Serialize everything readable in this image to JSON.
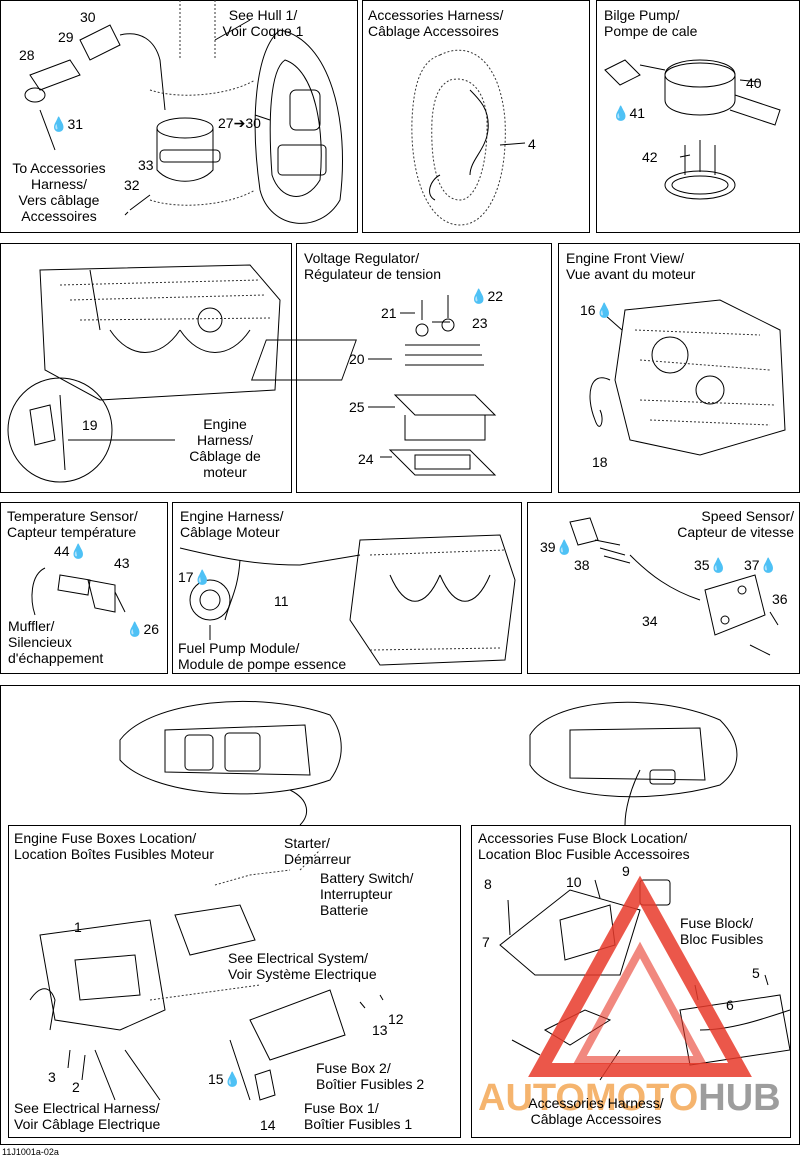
{
  "panels": {
    "hull": {
      "title": [
        "See Hull 1/",
        "Voir Coque 1"
      ],
      "to_acc": [
        "To Accessories",
        "Harness/",
        "Vers câblage",
        "Accessoires"
      ],
      "n30": "30",
      "n29": "29",
      "n28": "28",
      "n31": "31",
      "n27_30": "27",
      "n27_30b": "30",
      "n33": "33",
      "n32": "32"
    },
    "acc_harness": {
      "title": [
        "Accessories Harness/",
        "Câblage Accessoires"
      ],
      "n4": "4"
    },
    "bilge": {
      "title": [
        "Bilge Pump/",
        "Pompe de cale"
      ],
      "n40": "40",
      "n41": "41",
      "n42": "42"
    },
    "engine_harness_top": {
      "lbl": [
        "Engine",
        "Harness/",
        "Câblage de",
        "moteur"
      ],
      "n19": "19"
    },
    "voltage": {
      "title": [
        "Voltage Regulator/",
        "Régulateur de tension"
      ],
      "n21": "21",
      "n22": "22",
      "n23": "23",
      "n20": "20",
      "n25": "25",
      "n24": "24"
    },
    "engine_front": {
      "title": [
        "Engine Front View/",
        "Vue avant du moteur"
      ],
      "n16": "16",
      "n18": "18"
    },
    "temp": {
      "title": [
        "Temperature Sensor/",
        "Capteur température"
      ],
      "n44": "44",
      "n43": "43",
      "n26": "26",
      "muffler": [
        "Muffler/",
        "Silencieux",
        "d'échappement"
      ]
    },
    "eng_harness": {
      "title": [
        "Engine Harness/",
        "Câblage Moteur"
      ],
      "n17": "17",
      "n11": "11",
      "fuel": [
        "Fuel Pump Module/",
        "Module de pompe essence"
      ]
    },
    "speed": {
      "title": [
        "Speed Sensor/",
        "Capteur de vitesse"
      ],
      "n39": "39",
      "n38": "38",
      "n35": "35",
      "n37": "37",
      "n36": "36",
      "n34": "34"
    },
    "fuse_engine": {
      "title": [
        "Engine Fuse Boxes Location/",
        "Location Boîtes Fusibles Moteur"
      ],
      "starter": [
        "Starter/",
        "Démarreur"
      ],
      "battery": [
        "Battery Switch/",
        "Interrupteur",
        "Batterie"
      ],
      "see_elec": [
        "See Electrical System/",
        "Voir Système Electrique"
      ],
      "fb2": [
        "Fuse Box 2/",
        "Boîtier Fusibles 2"
      ],
      "fb1": [
        "Fuse Box 1/",
        "Boîtier Fusibles 1"
      ],
      "see_harness": [
        "See Electrical Harness/",
        "Voir Câblage Electrique"
      ],
      "n1": "1",
      "n2": "2",
      "n3": "3",
      "n12": "12",
      "n13": "13",
      "n14": "14",
      "n15": "15"
    },
    "fuse_acc": {
      "title": [
        "Accessories Fuse Block Location/",
        "Location Bloc Fusible Accessoires"
      ],
      "block": [
        "Fuse Block/",
        "Bloc Fusibles"
      ],
      "harness": [
        "Accessories Harness/",
        "Câblage Accessoires"
      ],
      "n8": "8",
      "n10": "10",
      "n9": "9",
      "n7": "7",
      "n5": "5",
      "n6": "6"
    }
  },
  "doc_ref": "11J1001a-02a",
  "watermark": {
    "text_a": "AUTO",
    "text_b": "MOTO",
    "text_c": "HUB",
    "color_primary": "#e8392a",
    "color_secondary": "#f3a24a"
  }
}
